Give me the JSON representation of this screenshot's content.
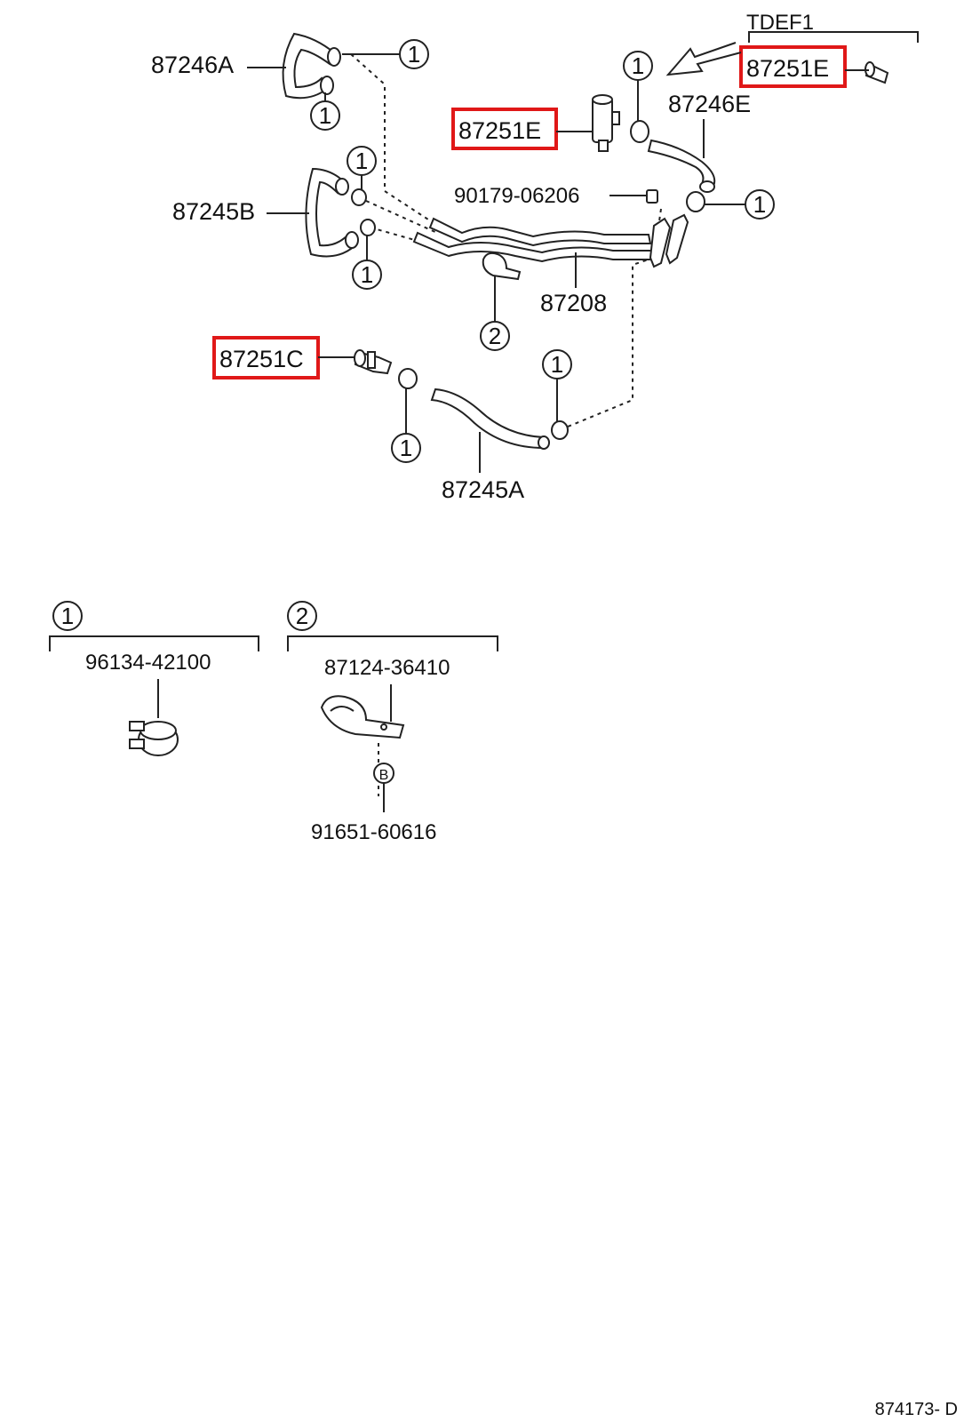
{
  "header": {
    "group": "TDEF1"
  },
  "labels": {
    "p87246A": "87246A",
    "p87251E_top": "87251E",
    "p87251E_mid": "87251E",
    "p87246E": "87246E",
    "p87245B": "87245B",
    "p90179": "90179-06206",
    "p87208": "87208",
    "p87251C": "87251C",
    "p87245A": "87245A"
  },
  "callouts": {
    "one": "1",
    "two": "2"
  },
  "legend": {
    "clip": {
      "callout": "1",
      "part": "96134-42100"
    },
    "clamp": {
      "callout": "2",
      "part": "87124-36410",
      "bolt_mark": "B",
      "bolt": "91651-60616"
    }
  },
  "footer": {
    "diagram_id": "874173- D"
  },
  "highlight_color": "#e01818"
}
